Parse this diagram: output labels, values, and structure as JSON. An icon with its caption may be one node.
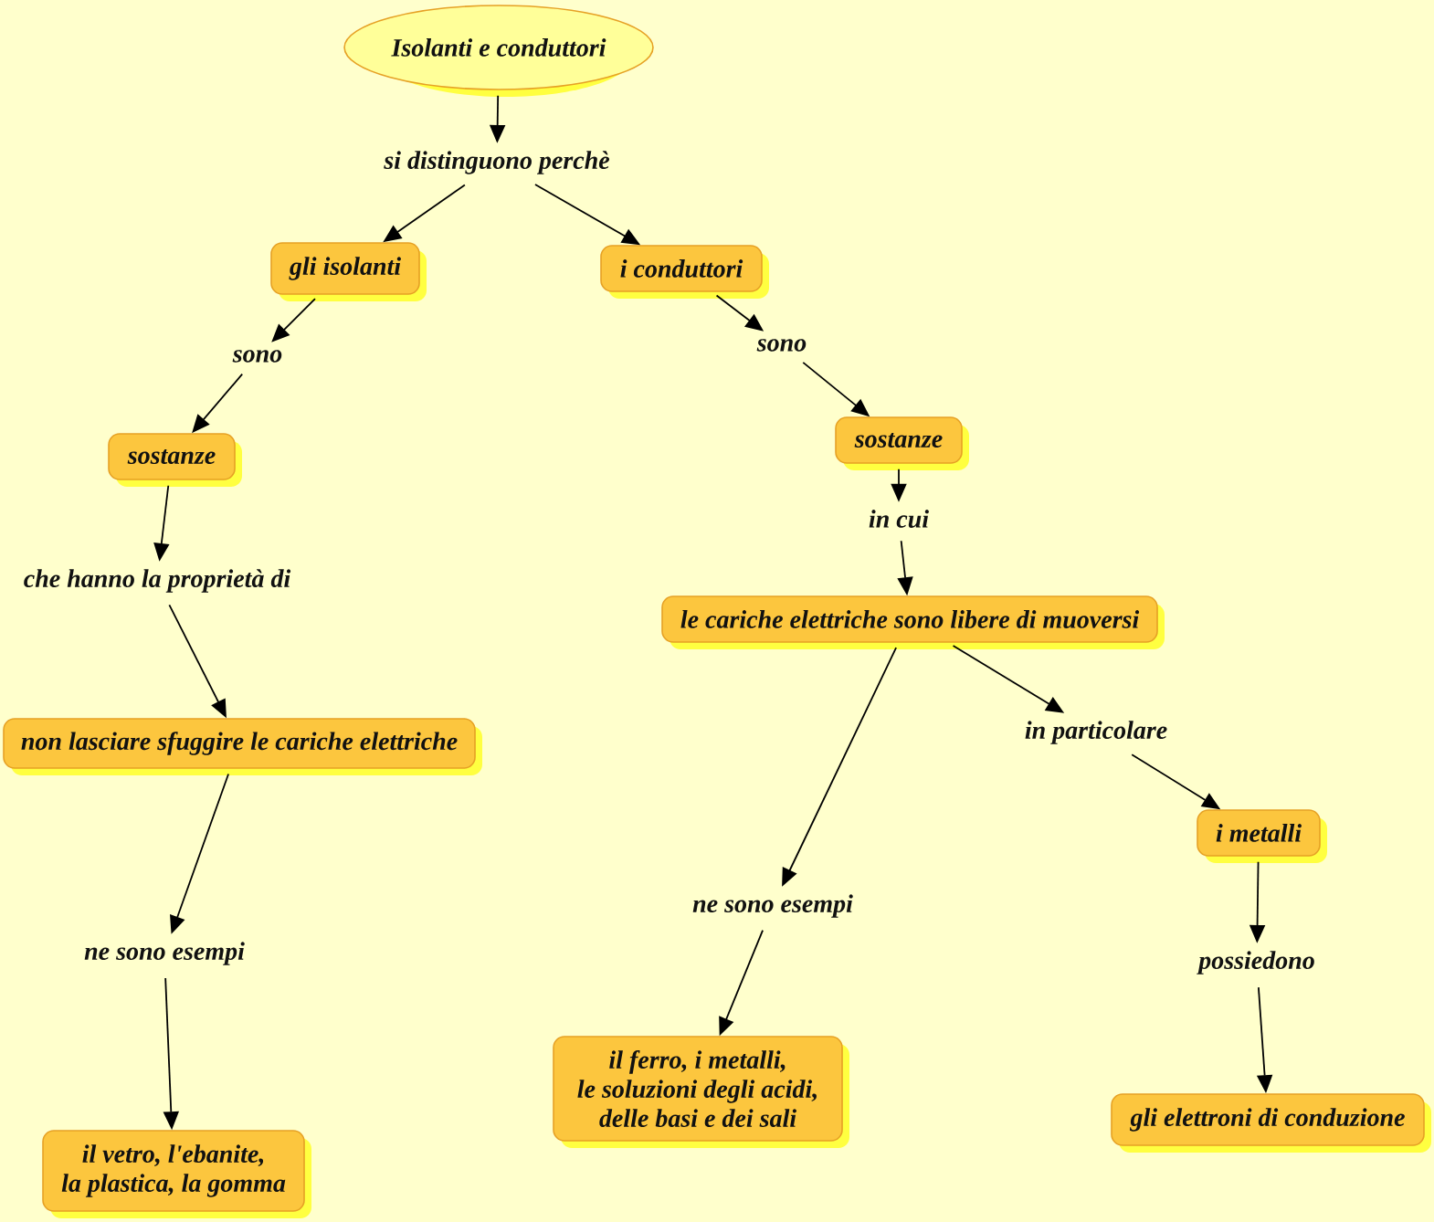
{
  "diagram": {
    "nodes": [
      {
        "text": [
          "Isolanti e conduttori"
        ]
      },
      {
        "text": [
          "si distinguono perchè"
        ]
      },
      {
        "text": [
          "gli isolanti"
        ]
      },
      {
        "text": [
          "i conduttori"
        ]
      },
      {
        "text": [
          "sono"
        ]
      },
      {
        "text": [
          "sono"
        ]
      },
      {
        "text": [
          "sostanze"
        ]
      },
      {
        "text": [
          "sostanze"
        ]
      },
      {
        "text": [
          "in cui"
        ]
      },
      {
        "text": [
          "che hanno la proprietà di"
        ]
      },
      {
        "text": [
          "le cariche elettriche sono libere di muoversi"
        ]
      },
      {
        "text": [
          "non lasciare sfuggire le cariche elettriche"
        ]
      },
      {
        "text": [
          "in particolare"
        ]
      },
      {
        "text": [
          "i metalli"
        ]
      },
      {
        "text": [
          "ne sono esempi"
        ]
      },
      {
        "text": [
          "ne sono esempi"
        ]
      },
      {
        "text": [
          "possiedono"
        ]
      },
      {
        "text": [
          "il ferro, i metalli, le soluzioni degli acidi, delle basi e dei sali"
        ]
      },
      {
        "text": [
          "gli elettroni di conduzione"
        ]
      },
      {
        "text": [
          "il vetro, l'ebanite, la plastica, la gomma"
        ]
      }
    ],
    "edges": [
      {
        "from": 0,
        "to": 1,
        "arrow": "to"
      },
      {
        "from": 1,
        "to": 2,
        "arrow": "to"
      },
      {
        "from": 1,
        "to": 3,
        "arrow": "to"
      },
      {
        "from": 2,
        "to": 4,
        "arrow": "to"
      },
      {
        "from": 3,
        "to": 5,
        "arrow": "to"
      },
      {
        "from": 4,
        "to": 6,
        "arrow": "to"
      },
      {
        "from": 5,
        "to": 7,
        "arrow": "to"
      },
      {
        "from": 6,
        "to": 9,
        "arrow": "to"
      },
      {
        "from": 7,
        "to": 8,
        "arrow": "to"
      },
      {
        "from": 8,
        "to": 10,
        "arrow": "to"
      },
      {
        "from": 9,
        "to": 11,
        "arrow": "to"
      },
      {
        "from": 10,
        "to": 15,
        "arrow": "to"
      },
      {
        "from": 10,
        "to": 12,
        "arrow": "to"
      },
      {
        "from": 11,
        "to": 14,
        "arrow": "to"
      },
      {
        "from": 12,
        "to": 13,
        "arrow": "to"
      },
      {
        "from": 13,
        "to": 16,
        "arrow": "to"
      },
      {
        "from": 15,
        "to": 17,
        "arrow": "to"
      },
      {
        "from": 14,
        "to": 19,
        "arrow": "to"
      },
      {
        "from": 16,
        "to": 18,
        "arrow": "to"
      }
    ]
  }
}
